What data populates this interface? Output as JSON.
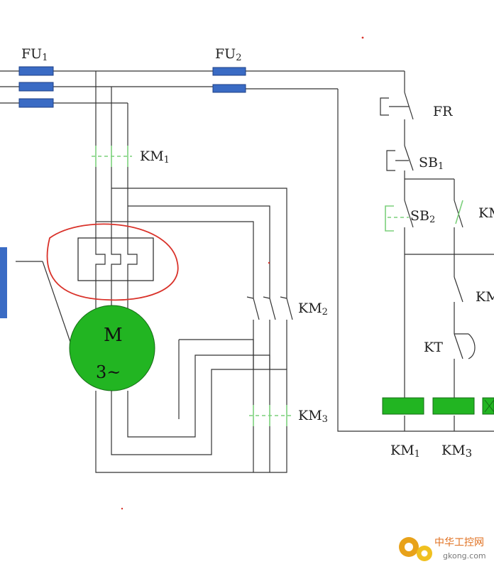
{
  "labels": {
    "fu1": "FU",
    "fu1_sub": "1",
    "fu2": "FU",
    "fu2_sub": "2",
    "km1": "KM",
    "km1_sub": "1",
    "km2": "KM",
    "km2_sub": "2",
    "km3": "KM",
    "km3_sub": "3",
    "fr": "FR",
    "sb1": "SB",
    "sb1_sub": "1",
    "sb2": "SB",
    "sb2_sub": "2",
    "km_right_top": "KM",
    "km_right_mid": "KM",
    "kt": "KT",
    "coil_km1": "KM",
    "coil_km1_sub": "1",
    "coil_km3": "KM",
    "coil_km3_sub": "3",
    "motor_m": "M",
    "motor_phase": "3~"
  },
  "watermark": {
    "text_cn": "中华工控网",
    "text_url": "gkong.com"
  },
  "colors": {
    "fuse": "#3a6bc4",
    "motor": "#22b522",
    "coil": "#22b522",
    "highlight_circle": "#d9322a",
    "contact_green": "#7cd07c"
  }
}
